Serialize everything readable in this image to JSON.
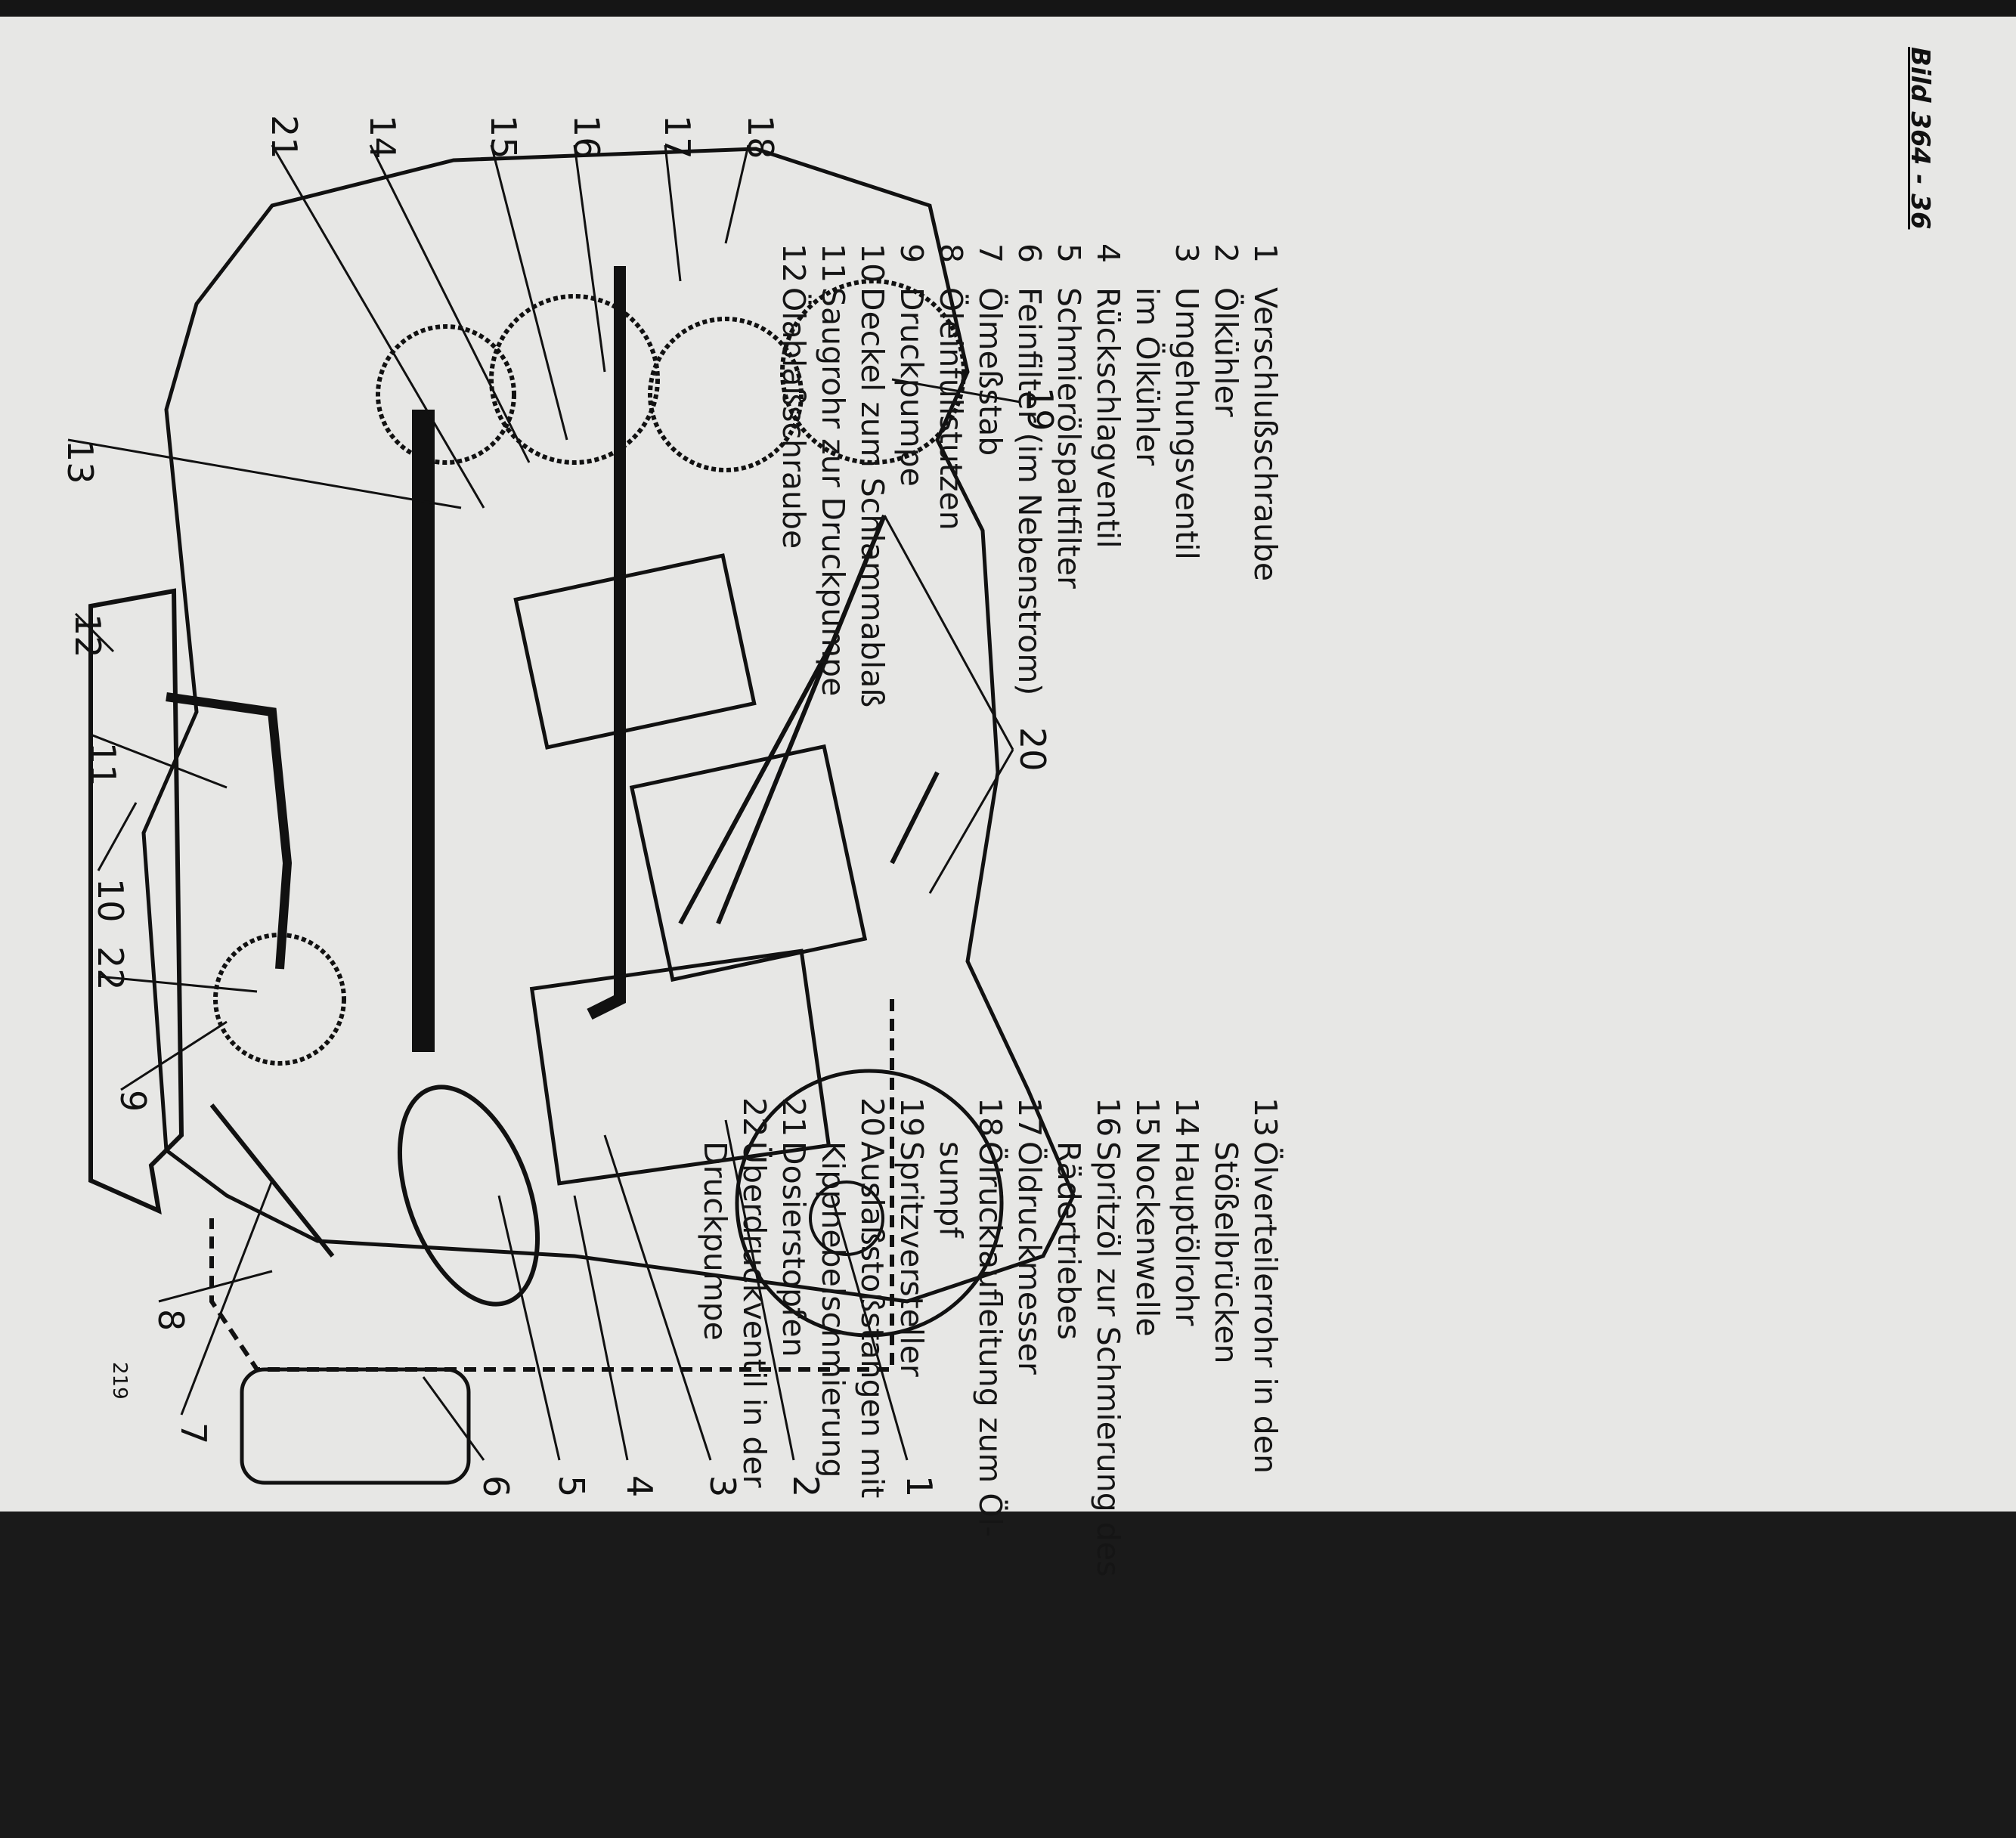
{
  "figure": {
    "tag": "Bild 364 - 36",
    "page_number": "219"
  },
  "callouts": [
    "1",
    "2",
    "3",
    "4",
    "5",
    "6",
    "7",
    "8",
    "9",
    "10",
    "11",
    "12",
    "13",
    "14",
    "15",
    "16",
    "17",
    "18",
    "19",
    "20",
    "21",
    "22"
  ],
  "legend_left": [
    {
      "n": "1",
      "lines": [
        "Verschlußschraube"
      ]
    },
    {
      "n": "2",
      "lines": [
        "Ölkühler"
      ]
    },
    {
      "n": "3",
      "lines": [
        "Umgehungsventil",
        "im Ölkühler"
      ]
    },
    {
      "n": "4",
      "lines": [
        "Rückschlagventil"
      ]
    },
    {
      "n": "5",
      "lines": [
        "Schmierölspaltfilter"
      ]
    },
    {
      "n": "6",
      "lines": [
        "Feinfilter (im Nebenstrom)"
      ]
    },
    {
      "n": "7",
      "lines": [
        "Ölmeßstab"
      ]
    },
    {
      "n": "8",
      "lines": [
        "Öleinfüllstutzen"
      ]
    },
    {
      "n": "9",
      "lines": [
        "Druckpumpe"
      ]
    },
    {
      "n": "10",
      "lines": [
        "Deckel zum Schlammablaß"
      ]
    },
    {
      "n": "11",
      "lines": [
        "Saugrohr zur Druckpumpe"
      ]
    },
    {
      "n": "12",
      "lines": [
        "Ölablaßschraube"
      ]
    }
  ],
  "legend_right": [
    {
      "n": "13",
      "lines": [
        "Ölverteilerrohr in den",
        "Stößelbrücken"
      ]
    },
    {
      "n": "14",
      "lines": [
        "Hauptölrohr"
      ]
    },
    {
      "n": "15",
      "lines": [
        "Nockenwelle"
      ]
    },
    {
      "n": "16",
      "lines": [
        "Spritzöl zur Schmierung des",
        "Rädertriebes"
      ]
    },
    {
      "n": "17",
      "lines": [
        "Öldruckmesser"
      ]
    },
    {
      "n": "18",
      "lines": [
        "Ölrücklaufleitung zum Öl-",
        "sumpf"
      ]
    },
    {
      "n": "19",
      "lines": [
        "Spritzversteller"
      ]
    },
    {
      "n": "20",
      "lines": [
        "Auslaßstoßstangen mit",
        "Kipphebelschmierung"
      ]
    },
    {
      "n": "21",
      "lines": [
        "Dosierstopfen"
      ]
    },
    {
      "n": "22",
      "lines": [
        "Überdruckventil in der",
        "Druckpumpe"
      ]
    }
  ],
  "colors": {
    "paper": "#e7e7e5",
    "ink": "#111111",
    "spine": "#151515"
  }
}
